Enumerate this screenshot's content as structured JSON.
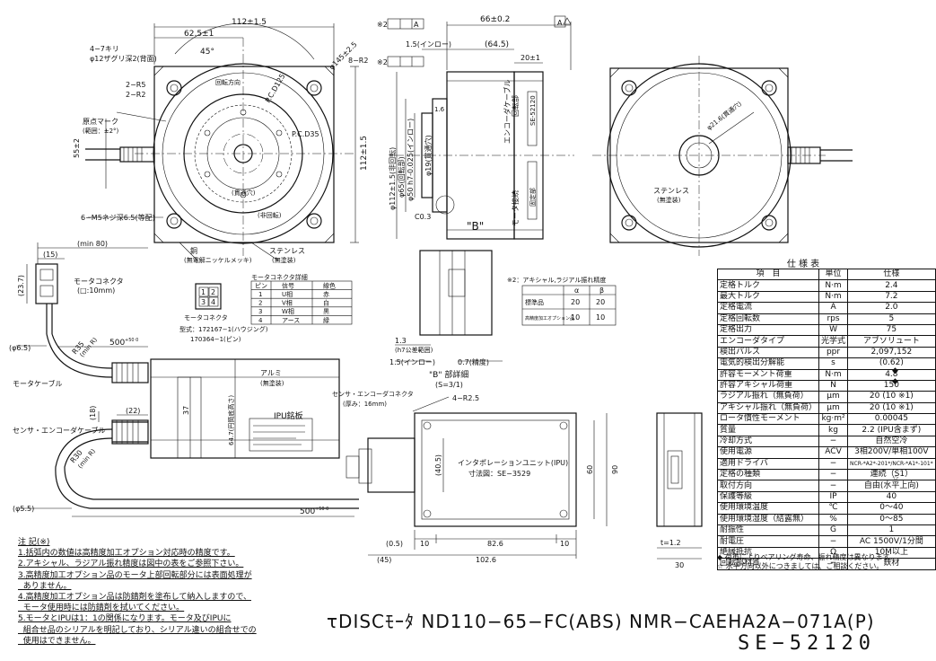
{
  "front_view": {
    "dim_width": "112±1.5",
    "dim_62": "62.5±1",
    "dim_45": "45°",
    "dim_height": "112±1.5",
    "dim_55": "55±2",
    "holes_label": "4−7キリ",
    "counterbore_label": "φ12ザグリ深2(背面)",
    "r5": "2−R5",
    "r2": "2−R2",
    "origin_mark": "原点マーク",
    "origin_mark_sub": "(範囲：±2°)",
    "m5_label": "6−M5ネジ深6.5(等配)",
    "rotation_dir": "回転方向",
    "pcd125": "P.C.D125",
    "pcd35": "P.C.D35",
    "dia145": "φ145±2.5",
    "r8": "8−R2",
    "dia_center": "(貫通穴)",
    "surface": "(非回転)",
    "copper": "銅",
    "copper_sub": "(無電解ニッケルメッキ)",
    "stainless": "ステンレス",
    "stainless_sub": "(無塗装)"
  },
  "side_view": {
    "note_a": "※2",
    "flat_a": "A",
    "parallel_a": "A",
    "dim_66": "66±0.2",
    "dim_15": "1.5(インロー)",
    "dim_645": "(64.5)",
    "dim_20": "20±1",
    "dim_112": "φ112±1.5(非回転)",
    "dim_65": "φ65(回転部)",
    "dim_50": "φ50 h7-0.025(インロー)",
    "dim_19": "φ19(貫通穴)",
    "c03": "C0.3",
    "dim_16": "1.6",
    "b_label": "\"B\"",
    "encoder_cable": "エンコーダケーブル",
    "motor_cable": "モータ接続",
    "rotary": "回転部",
    "serial": "SE-52120",
    "fixed": "固定部"
  },
  "back_view": {
    "dia216": "φ21.6(貫通穴)",
    "stainless": "ステンレス",
    "stainless_sub": "(無塗装)"
  },
  "connector": {
    "min80": "(min 80)",
    "dim15": "(15)",
    "dim237": "(23.7)",
    "motor_conn": "モータコネクタ",
    "motor_conn_sub": "(□:10mm)",
    "dim65": "(φ6.5)",
    "r35": "R35",
    "r35_sub": "(min R)",
    "len500": "500",
    "len500_tol": "+50 0",
    "motor_cable": "モータケーブル",
    "dim18": "(18)",
    "dim22": "(22)",
    "sensor_cable": "センサ・エンコーダケーブル",
    "r30": "R30",
    "r30_sub": "(min R)",
    "dim55": "(φ5.5)",
    "len500b": "500",
    "len500b_tol": "+50 0",
    "pin_table_title": "モータコネクタ詳細",
    "pin_headers": [
      "ピン",
      "信号",
      "線色"
    ],
    "pins": [
      [
        "1",
        "U相",
        "赤"
      ],
      [
        "2",
        "V相",
        "白"
      ],
      [
        "3",
        "W相",
        "黒"
      ],
      [
        "4",
        "アース",
        "緑"
      ]
    ],
    "pin_a": "1",
    "pin_b": "2",
    "pin_c": "3",
    "pin_d": "4",
    "motor_conn_label": "モータコネクタ",
    "part1": "型式：172167−1(ハウジング)",
    "part2": "170364−1(ピン)"
  },
  "ipu_side": {
    "alumi": "アルミ",
    "alumi_sub": "(無塗装)",
    "dim37": "37",
    "dim647": "64.7(円筒底高さ)",
    "ipu": "IPU銘板"
  },
  "detail_b": {
    "note": "※2：アキシャル,ラジアル振れ精度",
    "title": "\"B\" 部詳細",
    "scale": "(S=3/1)",
    "dim13": "1.3",
    "dim13_sub": "(h7公差範囲)",
    "dim15": "1.5(インロー)",
    "dim07": "0.7(精度)",
    "tol_headers": [
      "",
      "α",
      "β"
    ],
    "tol_rows": [
      [
        "標準品",
        "20",
        "20"
      ],
      [
        "高精度加工オプション品",
        "10",
        "10"
      ]
    ]
  },
  "ipu": {
    "sensor_conn": "センサ・エンコーダコネクタ",
    "sensor_conn_sub": "(厚み：16mm)",
    "r25": "4−R2.5",
    "dim405": "(40.5)",
    "title": "インタポレーションユニット(IPU)",
    "part": "寸法図：SE−3529",
    "dim60": "60",
    "dim90": "90",
    "dim05": "(0.5)",
    "dim10a": "10",
    "dim826": "82.6",
    "dim10b": "10",
    "dim45": "(45)",
    "dim1026": "102.6",
    "dim12": "t=1.2",
    "dim30": "30"
  },
  "spec": {
    "title": "仕 様 表",
    "headers": [
      "項　目",
      "単位",
      "仕様"
    ],
    "rows": [
      [
        "定格トルク",
        "N·m",
        "2.4",
        ""
      ],
      [
        "最大トルク",
        "N·m",
        "7.2",
        ""
      ],
      [
        "定格電流",
        "A",
        "2.0",
        ""
      ],
      [
        "定格回転数",
        "rps",
        "5",
        ""
      ],
      [
        "定格出力",
        "W",
        "75",
        ""
      ],
      [
        "エンコーダタイプ",
        "光学式",
        "アブソリュート",
        ""
      ],
      [
        "検出パルス",
        "ppr",
        "2,097,152",
        ""
      ],
      [
        "電気的検出分解能",
        "s",
        "(0.62)",
        ""
      ],
      [
        "許容モーメント荷重",
        "N·m",
        "4.8",
        "◆"
      ],
      [
        "許容アキシャル荷重",
        "N",
        "150",
        "◆"
      ],
      [
        "ラジアル振れ（無負荷）",
        "μm",
        "20 (10 ※1)",
        ""
      ],
      [
        "アキシャル振れ（無負荷）",
        "μm",
        "20 (10 ※1)",
        ""
      ],
      [
        "ロータ慣性モーメント",
        "kg·m²",
        "0.00045",
        ""
      ],
      [
        "質量",
        "kg",
        "2.2 (IPU含まず)",
        ""
      ],
      [
        "冷却方式",
        "−",
        "自然空冷",
        ""
      ],
      [
        "使用電源",
        "ACV",
        "3相200V/単相100V",
        ""
      ],
      [
        "適用ドライバ",
        "−",
        "NCR-*A2*-201*/NCR-*A1*-101*",
        ""
      ],
      [
        "定格の種類",
        "−",
        "連続（S1）",
        ""
      ],
      [
        "取付方向",
        "−",
        "自由(水平上向)",
        "☆"
      ],
      [
        "保護等級",
        "IP",
        "40",
        ""
      ],
      [
        "使用環境温度",
        "℃",
        "0〜40",
        ""
      ],
      [
        "使用環境湿度（結露無）",
        "%",
        "0〜85",
        ""
      ],
      [
        "耐振性",
        "G",
        "1",
        ""
      ],
      [
        "耐電圧",
        "−",
        "AC 1500V/1分間",
        ""
      ],
      [
        "絶縁抵抗",
        "Ω",
        "10M以上",
        ""
      ],
      [
        "回転部材質",
        "−",
        "鉄材",
        ""
      ]
    ],
    "note1": "◆ 荷重によりベアリング寿命、振れ精度は異なります。",
    "note2": "☆ 水平方向以外につきましては、ご相談ください。"
  },
  "notes": {
    "title": "注 記(※)",
    "items": [
      "1.括弧内の数値は高精度加工オプション対応時の精度です。",
      "2.アキシャル、ラジアル振れ精度は図中の表をご参照下さい。",
      "3.高精度加工オプション品のモータ上部回転部分には表面処理が",
      "  ありません。",
      "4.高精度加工オプション品は防錆剤を塗布して納入しますので、",
      "  モータ使用時には防錆剤を拭いてください。",
      "5.モータとIPUは1：1の関係になります。モータ及びIPUに",
      "  組合せ品のシリアルを明記しており、シリアル違いの組合せでの",
      "  使用はできません。"
    ]
  },
  "title_block": {
    "model": "τDISCﾓｰﾀ ND110−65−FC(ABS) NMR−CAEHA2A−071A(P)",
    "drawing_no": "SE−52120"
  }
}
